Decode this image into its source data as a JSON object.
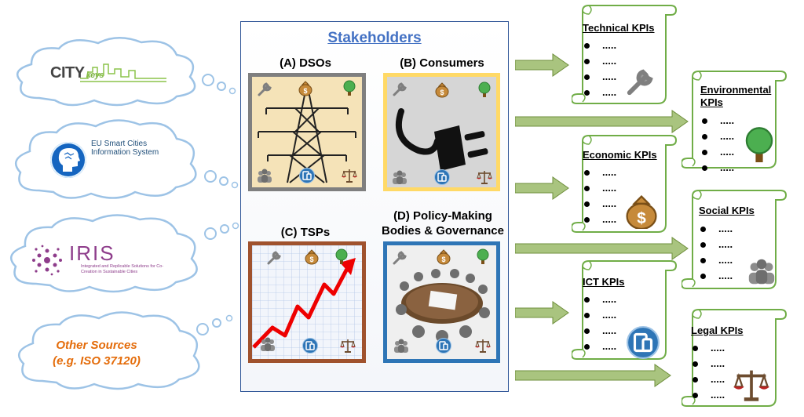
{
  "sources": {
    "citykeys": {
      "brand": "CITY",
      "suffix": "keys"
    },
    "eu_scis": {
      "text": "EU Smart Cities Information System"
    },
    "iris": {
      "name": "IRIS",
      "subtitle": "Integrated and Replicable Solutions for Co-Creation in Sustainable Cities"
    },
    "other": {
      "line1": "Other Sources",
      "line2": "(e.g. ISO 37120)"
    }
  },
  "stakeholders": {
    "title": "Stakeholders",
    "dsos": "(A) DSOs",
    "consumers": "(B) Consumers",
    "tsps": "(C) TSPs",
    "policy_line1": "(D) Policy-Making",
    "policy_line2": "Bodies & Governance"
  },
  "kpis": {
    "technical": {
      "title": "Technical KPIs",
      "bullet": "....."
    },
    "environmental": {
      "title_line1": "Environmental",
      "title_line2": "KPIs",
      "bullet": "....."
    },
    "economic": {
      "title": "Economic KPIs",
      "bullet": "....."
    },
    "social": {
      "title": "Social KPIs",
      "bullet": "....."
    },
    "ict": {
      "title": "ICT KPIs",
      "bullet": "....."
    },
    "legal": {
      "title": "Legal KPIs",
      "bullet": "....."
    }
  },
  "colors": {
    "cloud_border": "#9dc3e6",
    "scroll_border": "#70ad47",
    "arrow_fill": "#a9c47f",
    "stake_border": "#2f5597",
    "title_blue": "#4472c4",
    "other_orange": "#e46c0a"
  },
  "icons": [
    "wrench-icon",
    "money-bag-icon",
    "tree-icon",
    "people-icon",
    "ict-devices-icon",
    "scales-icon"
  ]
}
